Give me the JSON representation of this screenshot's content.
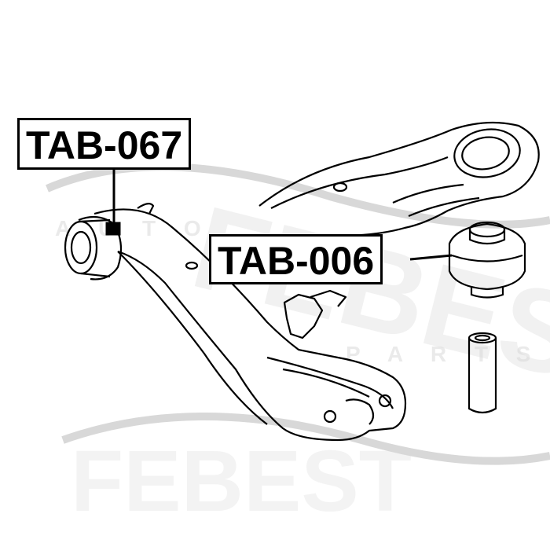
{
  "callouts": {
    "left_part_number": "TAB-067",
    "right_part_number": "TAB-006"
  },
  "watermark": {
    "brand": "FEBEST",
    "sub_top": "A U T O",
    "sub_bottom": "P A R T S"
  },
  "colors": {
    "line": "#000000",
    "background": "#ffffff",
    "watermark": "#d2d2d2"
  }
}
